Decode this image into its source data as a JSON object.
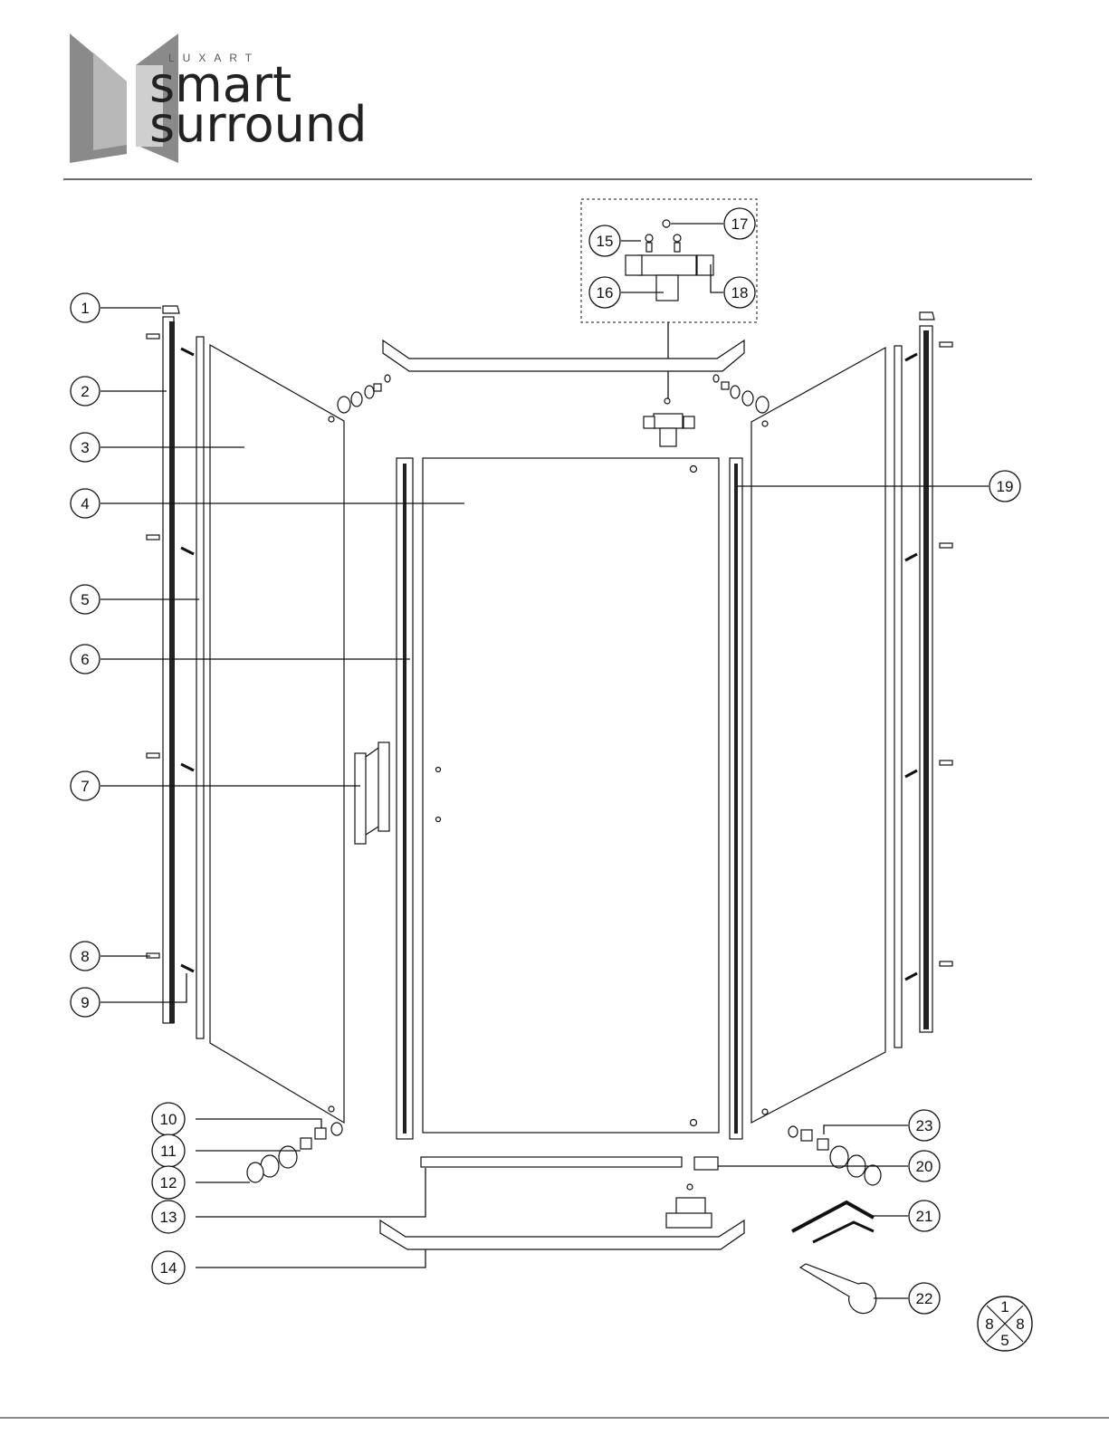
{
  "logo": {
    "brand": "LUXART",
    "line1": "smart",
    "line2": "surround"
  },
  "callouts": [
    "1",
    "2",
    "3",
    "4",
    "5",
    "6",
    "7",
    "8",
    "9",
    "10",
    "11",
    "12",
    "13",
    "14",
    "15",
    "16",
    "17",
    "18",
    "19",
    "20",
    "21",
    "22",
    "23"
  ],
  "page_badge": {
    "top": "1",
    "left": "8",
    "right": "8",
    "bottom": "5"
  },
  "colors": {
    "ink": "#111111",
    "logo_grey": "#8a8a8a",
    "logo_light": "#cfcfcf"
  }
}
